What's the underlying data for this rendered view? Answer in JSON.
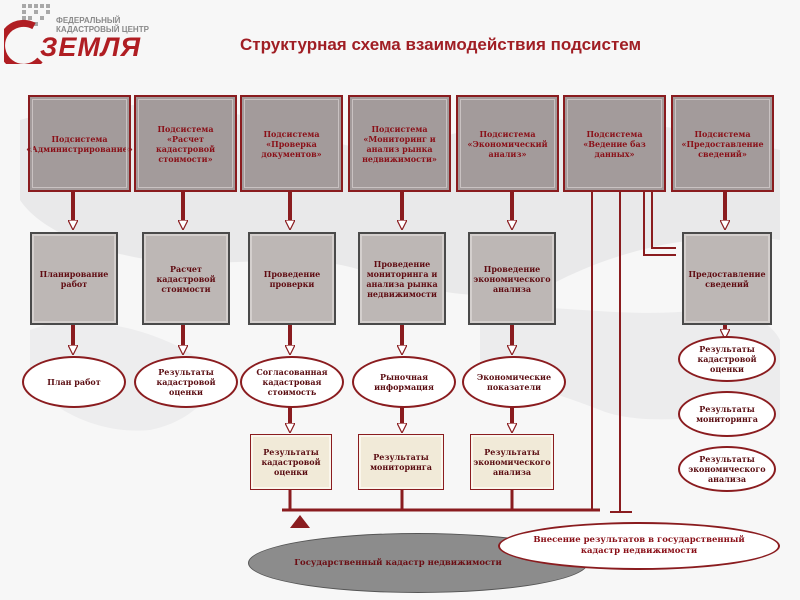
{
  "logo": {
    "line1": "ФЕДЕРАЛЬНЫЙ",
    "line2": "КАДАСТРОВЫЙ ЦЕНТР",
    "big": "ЗЕМЛЯ"
  },
  "title": "Структурная схема взаимодействия подсистем",
  "subsystems": [
    "Подсистема «Администрирование»",
    "Подсистема «Расчет кадастровой стоимости»",
    "Подсистема «Проверка документов»",
    "Подсистема «Мониторинг и анализ рынка недвижимости»",
    "Подсистема «Экономический анализ»",
    "Подсистема «Ведение баз данных»",
    "Подсистема «Предоставление сведений»"
  ],
  "processes": [
    "Планирование работ",
    "Расчет кадастровой стоимости",
    "Проведение проверки",
    "Проведение мониторинга и анализа рынка недвижимости",
    "Проведение экономического анализа",
    "Предоставление сведений"
  ],
  "outputs": [
    "План работ",
    "Результаты кадастровой оценки",
    "Согласованная кадастровая стоимость",
    "Рыночная информация",
    "Экономические показатели"
  ],
  "results": [
    "Результаты кадастровой оценки",
    "Результаты мониторинга",
    "Результаты экономического анализа"
  ],
  "right_outputs": [
    "Результаты кадастровой оценки",
    "Результаты мониторинга",
    "Результаты экономического анализа"
  ],
  "bottom": {
    "gkn": "Государственный кадастр недвижимости",
    "vnesenie": "Внесение результатов в государственный кадастр недвижимости"
  },
  "colors": {
    "accent": "#8a1c1f",
    "subsystem_fill": "#a39b9b",
    "process_fill": "#bdb7b5",
    "result_fill": "#f1ead8"
  }
}
